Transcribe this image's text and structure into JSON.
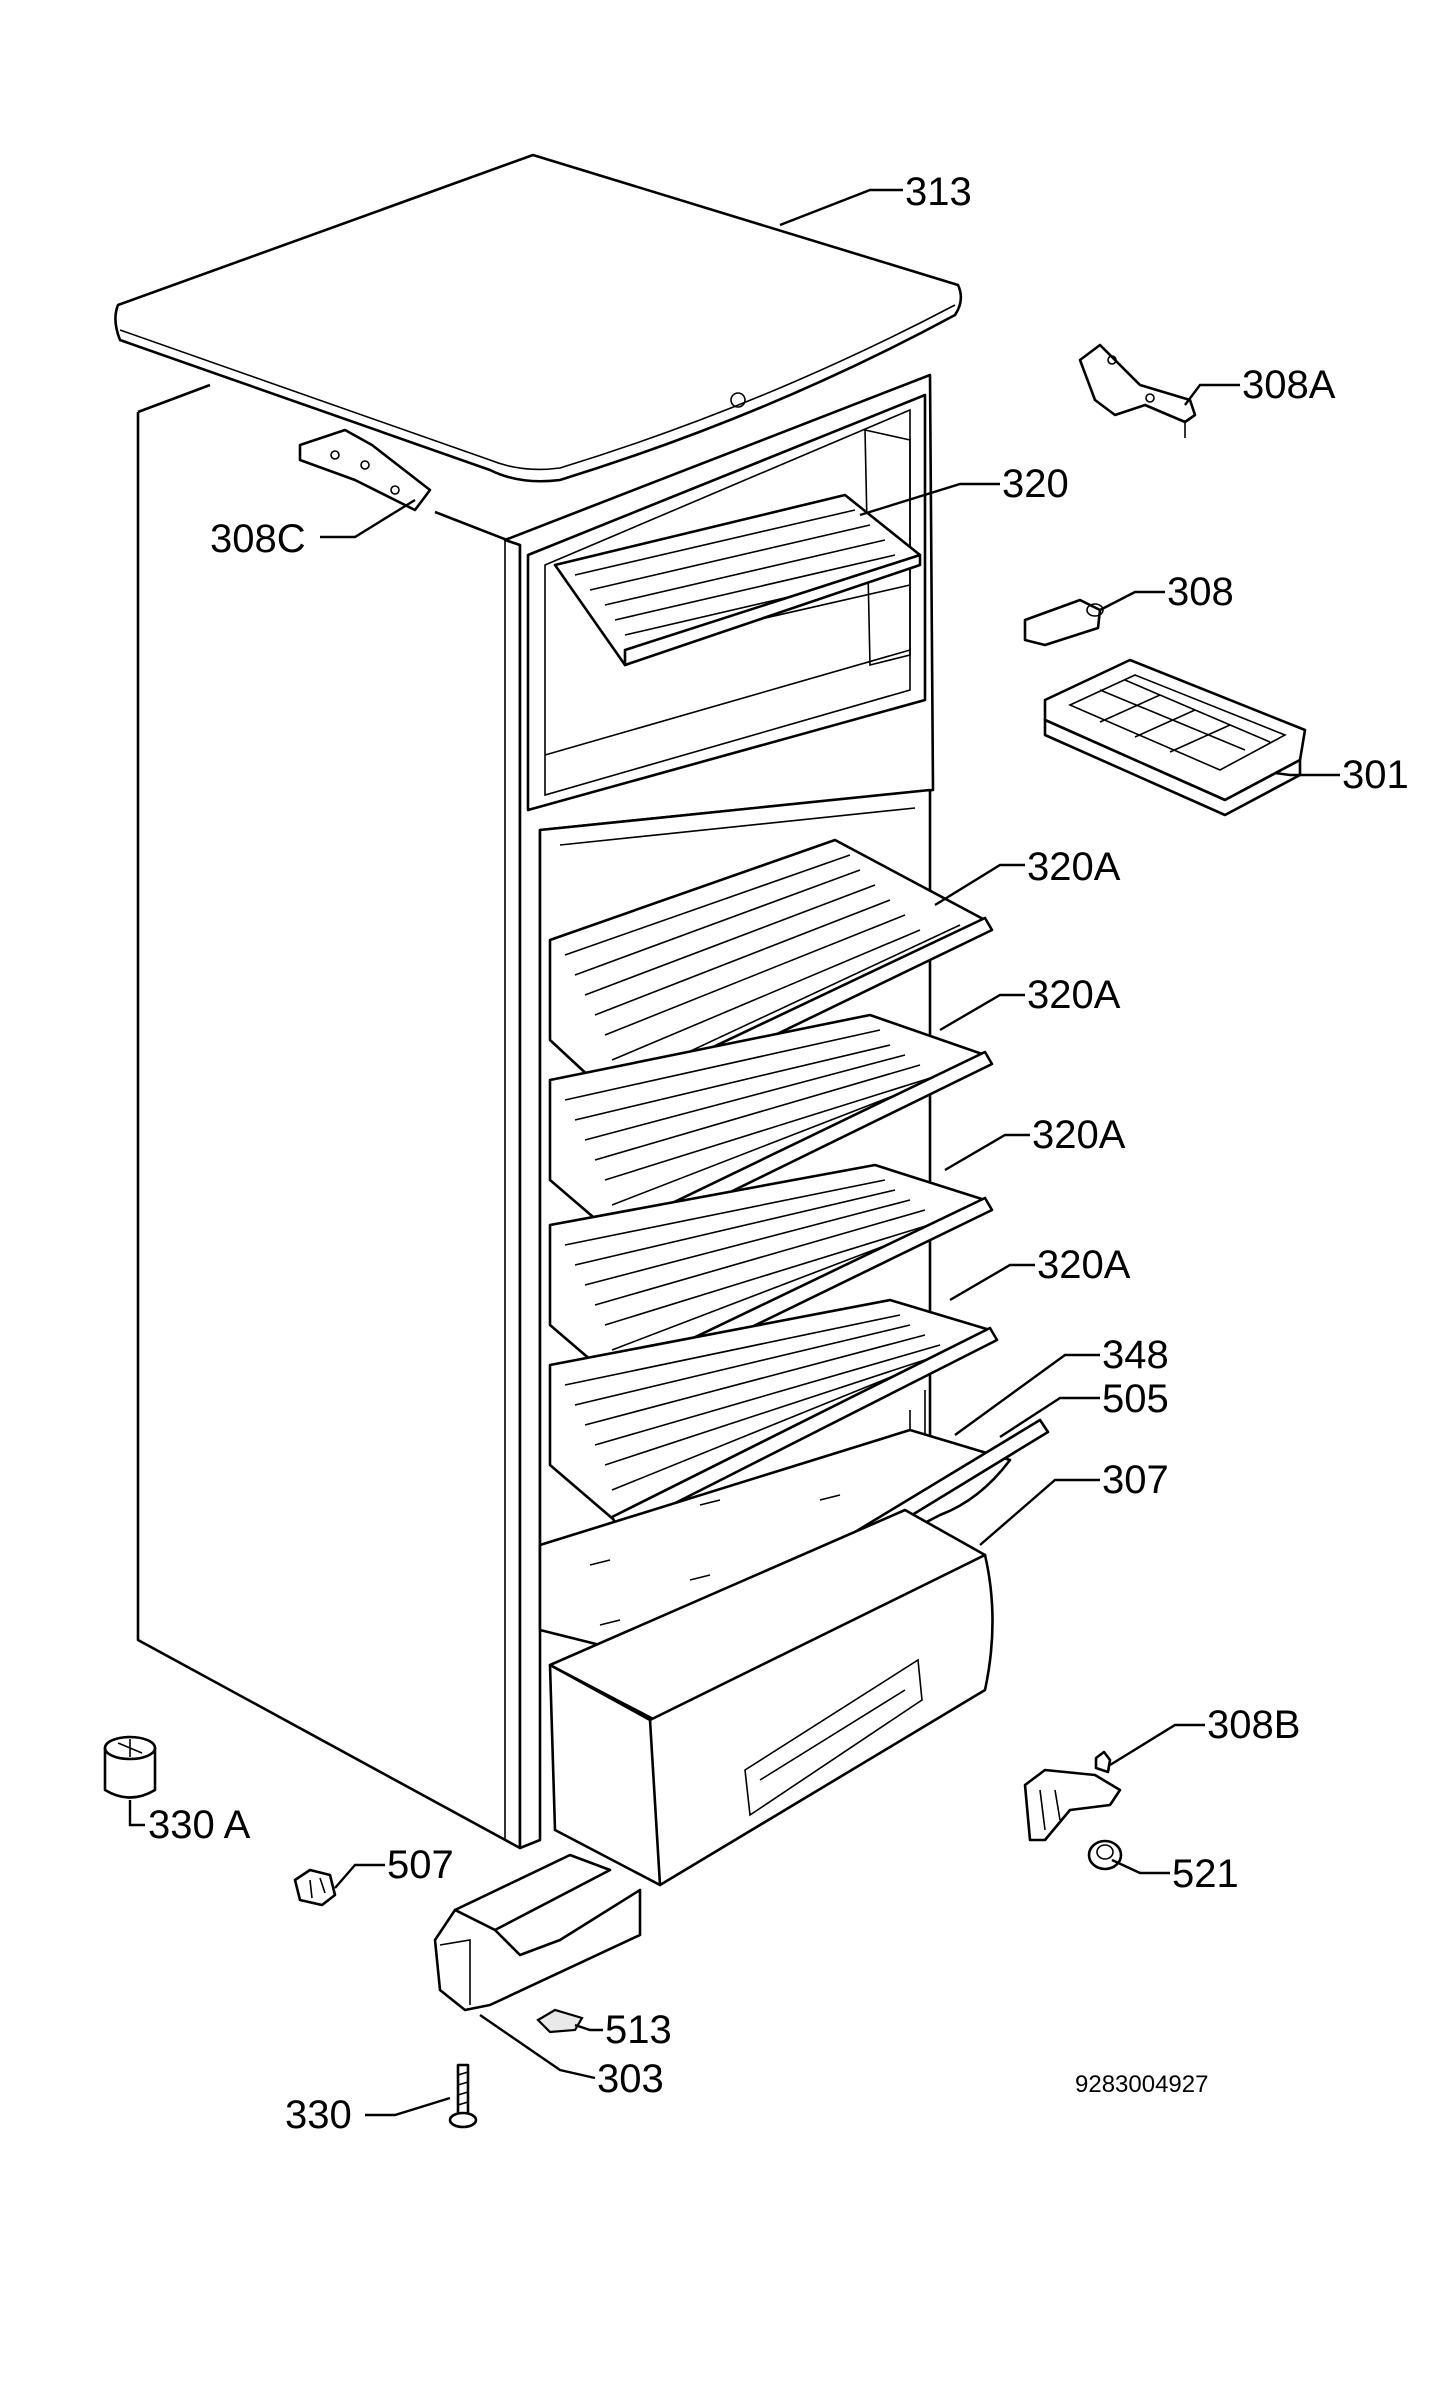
{
  "labels": {
    "l313": "313",
    "l308A": "308A",
    "l308C": "308C",
    "l320": "320",
    "l308": "308",
    "l301": "301",
    "l320A_1": "320A",
    "l320A_2": "320A",
    "l320A_3": "320A",
    "l320A_4": "320A",
    "l348": "348",
    "l505": "505",
    "l307": "307",
    "l308B": "308B",
    "l330A": "330 A",
    "l507": "507",
    "l521": "521",
    "l513": "513",
    "l303": "303",
    "l330": "330"
  },
  "code": "9283004927"
}
